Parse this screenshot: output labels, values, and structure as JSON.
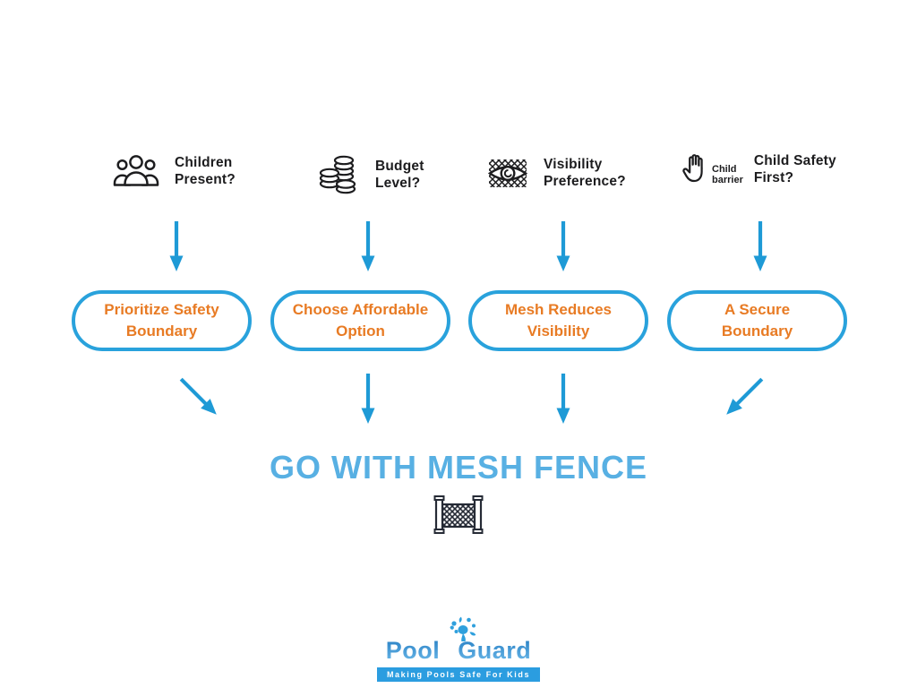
{
  "colors": {
    "arrow_blue": "#1e9ad6",
    "pill_border_blue": "#29a2dc",
    "answer_orange": "#e87b24",
    "title_blue": "#58b0e3",
    "icon_dark": "#1d1d1f",
    "logo_blue": "#3b8fd1",
    "tagline_banner_blue": "#2b9de0"
  },
  "questions": [
    {
      "icon": "people-group-icon",
      "line1": "Children",
      "line2": "Present?"
    },
    {
      "icon": "coin-stacks-icon",
      "line1": "Budget",
      "line2": "Level?"
    },
    {
      "icon": "mesh-eye-icon",
      "line1": "Visibility",
      "line2": "Preference?"
    },
    {
      "icon": "hand-barrier-icon",
      "icon_caption_line1": "Child",
      "icon_caption_line2": "barrier",
      "line1": "Child Safety",
      "line2": "First?"
    }
  ],
  "answers": [
    {
      "line1": "Prioritize Safety",
      "line2": "Boundary"
    },
    {
      "line1": "Choose Affordable",
      "line2": "Option"
    },
    {
      "line1": "Mesh Reduces",
      "line2": "Visibility"
    },
    {
      "line1": "A Secure",
      "line2": "Boundary"
    }
  ],
  "conclusion": {
    "title": "GO WITH MESH FENCE",
    "icon": "mesh-fence-icon"
  },
  "logo": {
    "word1": "Pool",
    "word2": "Guard",
    "tagline": "Making Pools Safe For Kids"
  }
}
